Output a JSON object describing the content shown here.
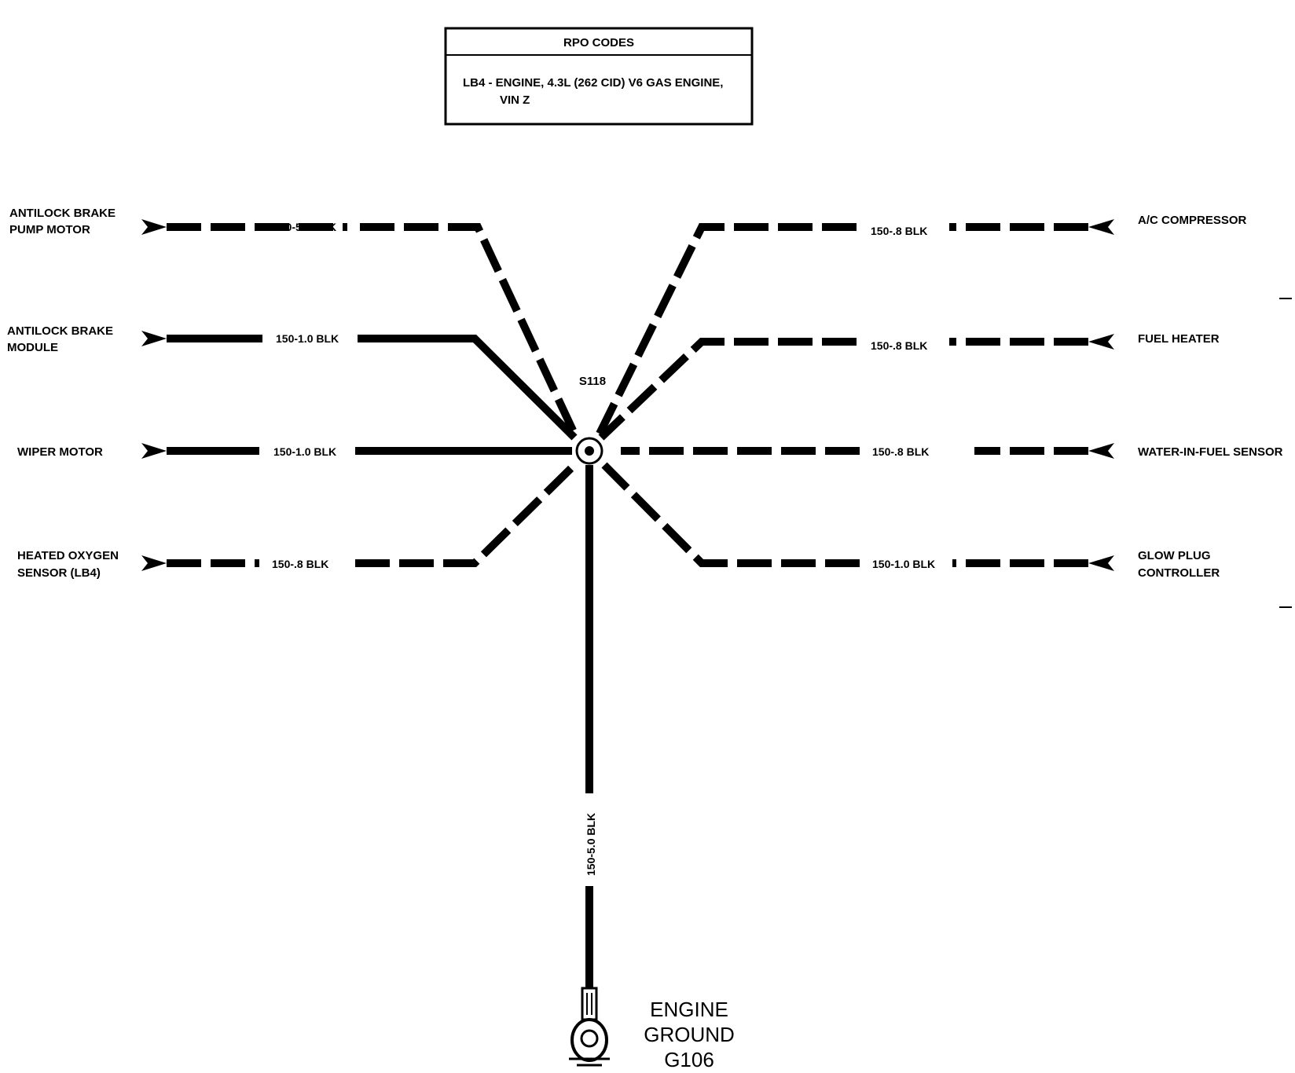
{
  "rpo_box": {
    "header": "RPO CODES",
    "line1": "LB4 - ENGINE, 4.3L (262 CID) V6 GAS ENGINE,",
    "line2": "VIN Z"
  },
  "splice": {
    "label": "S118"
  },
  "left_circuits": [
    {
      "name_line1": "ANTILOCK BRAKE",
      "name_line2": "PUMP MOTOR",
      "wire": "150-5.0 BLK"
    },
    {
      "name_line1": "ANTILOCK BRAKE",
      "name_line2": "MODULE",
      "wire": "150-1.0 BLK"
    },
    {
      "name_line1": "WIPER MOTOR",
      "name_line2": "",
      "wire": "150-1.0 BLK"
    },
    {
      "name_line1": "HEATED OXYGEN",
      "name_line2": "SENSOR (LB4)",
      "wire": "150-.8 BLK"
    }
  ],
  "right_circuits": [
    {
      "name_line1": "A/C COMPRESSOR",
      "name_line2": "",
      "wire": "150-.8 BLK"
    },
    {
      "name_line1": "FUEL HEATER",
      "name_line2": "",
      "wire": "150-.8 BLK"
    },
    {
      "name_line1": "WATER-IN-FUEL SENSOR",
      "name_line2": "",
      "wire": "150-.8 BLK"
    },
    {
      "name_line1": "GLOW PLUG",
      "name_line2": "CONTROLLER",
      "wire": "150-1.0 BLK"
    }
  ],
  "ground_wire": {
    "wire": "150-5.0 BLK"
  },
  "ground": {
    "line1": "ENGINE",
    "line2": "GROUND",
    "line3": "G106"
  }
}
